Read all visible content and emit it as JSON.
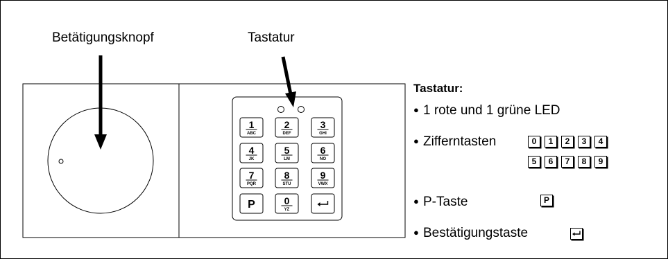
{
  "labels": {
    "knob": "Betätigungsknopf",
    "keypad": "Tastatur"
  },
  "keypad_keys": [
    {
      "digit": "1",
      "letters": "ABC"
    },
    {
      "digit": "2",
      "letters": "DEF"
    },
    {
      "digit": "3",
      "letters": "GHI"
    },
    {
      "digit": "4",
      "letters": "JK"
    },
    {
      "digit": "5",
      "letters": "LM"
    },
    {
      "digit": "6",
      "letters": "NO"
    },
    {
      "digit": "7",
      "letters": "PQR"
    },
    {
      "digit": "8",
      "letters": "STU"
    },
    {
      "digit": "9",
      "letters": "VWX"
    },
    {
      "digit": "P",
      "letters": ""
    },
    {
      "digit": "0",
      "letters": "YZ"
    },
    {
      "digit": "",
      "letters": "",
      "icon": "enter-arrow-icon"
    }
  ],
  "legend": {
    "title": "Tastatur:",
    "led_text": "1 rote und 1 grüne LED",
    "digit_keys_text": "Zifferntasten",
    "digit_keys_row1": [
      "0",
      "1",
      "2",
      "3",
      "4"
    ],
    "digit_keys_row2": [
      "5",
      "6",
      "7",
      "8",
      "9"
    ],
    "p_key_text": "P-Taste",
    "p_key_symbol": "P",
    "confirm_key_text": "Bestätigungstaste",
    "bullet": "●"
  }
}
